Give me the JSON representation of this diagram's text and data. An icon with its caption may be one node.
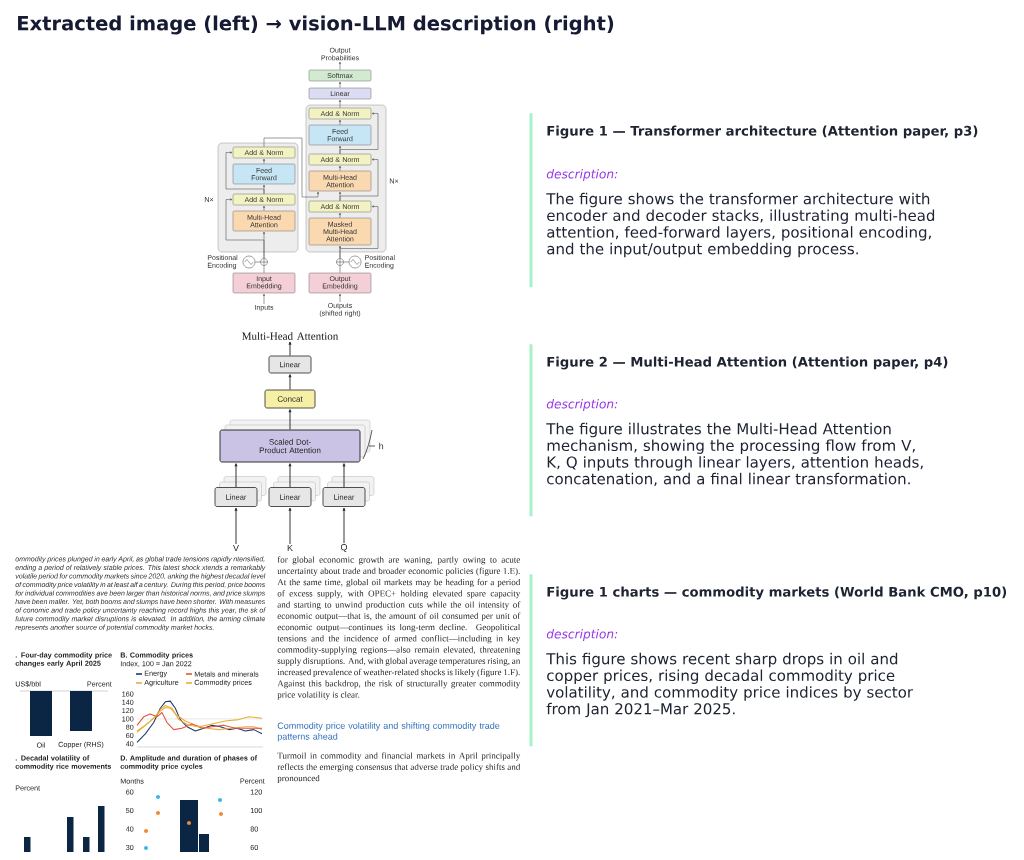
{
  "diagram": {
    "title": "Extracted image (left) → vision-LLM description (right)",
    "nodes": [
      {
        "text": [
          "Output Probabilities"
        ]
      },
      {
        "text": [
          "Softmax"
        ]
      },
      {
        "text": [
          "Linear"
        ]
      },
      {
        "text": [],
        "shape": "box",
        "beside": [
          "N×"
        ]
      },
      {
        "text": [
          "Add & Norm"
        ],
        "in": 3
      },
      {
        "text": [
          "Feed Forward"
        ],
        "in": 3
      },
      {
        "text": [
          "Add & Norm"
        ],
        "in": 3
      },
      {
        "text": [
          "Multi-Head Attention"
        ],
        "in": 3
      },
      {
        "text": [
          "Add & Norm"
        ],
        "in": 3
      },
      {
        "text": [
          "Masked Multi-Head Attention"
        ],
        "in": 3
      },
      {
        "text": [],
        "shape": "box",
        "beside": [
          "N×"
        ]
      },
      {
        "text": [
          "Add & Norm"
        ],
        "in": 10
      },
      {
        "text": [
          "Feed Forward"
        ],
        "in": 10
      },
      {
        "text": [
          "Add & Norm"
        ],
        "in": 10
      },
      {
        "text": [
          "Multi-Head Attention"
        ],
        "in": 10
      },
      {
        "text": [],
        "shape": "circle",
        "beside": [
          "Positional Encoding"
        ]
      },
      {
        "text": [],
        "shape": "circle"
      },
      {
        "text": [],
        "shape": "circle"
      },
      {
        "text": [],
        "shape": "circle",
        "beside": [
          "Positional Encoding"
        ]
      },
      {
        "text": [
          "Input Embedding"
        ]
      },
      {
        "text": [
          "Output Embedding"
        ]
      },
      {
        "text": [
          "Inputs"
        ]
      },
      {
        "text": [
          "Outputs (shifted right)"
        ]
      },
      {
        "text": [
          "Figure 1 — Transformer architecture (Attention paper, p3)",
          "description:",
          "The figure shows the transformer architecture with encoder and decoder stacks, illustrating multi-head attention, feed-forward layers, positional encoding, and the input/output embedding process."
        ]
      },
      {
        "text": [
          "Multi-Head Attention"
        ]
      },
      {
        "text": [
          "Linear"
        ]
      },
      {
        "text": [
          "Concat"
        ]
      },
      {
        "text": [
          "Scaled Dot-Product Attention"
        ],
        "beside": [
          "h"
        ]
      },
      {
        "text": [
          "Linear"
        ]
      },
      {
        "text": [
          "Linear"
        ]
      },
      {
        "text": [
          "Linear"
        ]
      },
      {
        "text": [
          "V"
        ]
      },
      {
        "text": [
          "K"
        ]
      },
      {
        "text": [
          "Q"
        ]
      },
      {
        "text": [
          "Figure 2 — Multi-Head Attention (Attention paper, p4)",
          "description:",
          "The figure illustrates the Multi-Head Attention mechanism, showing the processing flow from V, K, Q inputs through linear layers, attention heads, concatenation, and a final linear transformation."
        ]
      },
      {
        "text": [
          "Figure 1 charts — commodity markets (World Bank CMO, p10)",
          "description:",
          "This figure shows recent sharp drops in oil and copper prices, rising decadal commodity price volatility, and commodity price indices by sector from Jan 2021–Mar 2025."
        ]
      }
    ],
    "edges": [
      {
        "from": 21,
        "to": 19,
        "arrow": "to"
      },
      {
        "from": 19,
        "to": 16,
        "arrow": "none"
      },
      {
        "from": 15,
        "to": 16,
        "arrow": "none"
      },
      {
        "from": 16,
        "to": 14,
        "arrow": "to"
      },
      {
        "from": 16,
        "to": 13,
        "arrow": "to"
      },
      {
        "from": 14,
        "to": 13,
        "arrow": "to"
      },
      {
        "from": 13,
        "to": 12,
        "arrow": "to"
      },
      {
        "from": 13,
        "to": 11,
        "arrow": "to"
      },
      {
        "from": 12,
        "to": 11,
        "arrow": "to"
      },
      {
        "from": 11,
        "to": 7,
        "arrow": "to"
      },
      {
        "from": 22,
        "to": 20,
        "arrow": "to"
      },
      {
        "from": 20,
        "to": 17,
        "arrow": "none"
      },
      {
        "from": 18,
        "to": 17,
        "arrow": "none"
      },
      {
        "from": 17,
        "to": 9,
        "arrow": "to"
      },
      {
        "from": 17,
        "to": 8,
        "arrow": "to"
      },
      {
        "from": 9,
        "to": 8,
        "arrow": "to"
      },
      {
        "from": 8,
        "to": 7,
        "arrow": "to"
      },
      {
        "from": 8,
        "to": 6,
        "arrow": "to"
      },
      {
        "from": 7,
        "to": 6,
        "arrow": "to"
      },
      {
        "from": 6,
        "to": 5,
        "arrow": "to"
      },
      {
        "from": 6,
        "to": 4,
        "arrow": "to"
      },
      {
        "from": 5,
        "to": 4,
        "arrow": "to"
      },
      {
        "from": 4,
        "to": 2,
        "arrow": "to"
      },
      {
        "from": 2,
        "to": 1,
        "arrow": "to"
      },
      {
        "from": 1,
        "to": 0,
        "arrow": "to"
      },
      {
        "from": 31,
        "to": 28,
        "arrow": "to"
      },
      {
        "from": 32,
        "to": 29,
        "arrow": "to"
      },
      {
        "from": 33,
        "to": 30,
        "arrow": "to"
      },
      {
        "from": 28,
        "to": 27,
        "arrow": "to"
      },
      {
        "from": 29,
        "to": 27,
        "arrow": "to"
      },
      {
        "from": 30,
        "to": 27,
        "arrow": "to"
      },
      {
        "from": 27,
        "to": 26,
        "arrow": "to"
      },
      {
        "from": 26,
        "to": 25,
        "arrow": "to"
      },
      {
        "from": 25,
        "to": 24,
        "arrow": "to"
      }
    ],
    "labels": [
      "ommodity prices plunged in early April, as global trade tensions rapidly ntensified, ending a period of relatively stable prices. This latest shock xtends a remarkably volatile period for commodity markets since 2020, anking the highest decadal level of commodity price volatility in at least alf a century. During this period, price booms for individual commodities ave been larger than historical norms, and price slumps have been maller. Yet, both booms and slumps have been shorter. With measures of conomic and trade policy uncertainty reaching record highs this year, the sk of future commodity market disruptions is elevated. In addition, the arming climate represents another source of potential commodity market hocks.",
      ". Four-day commodity price changes early April 2025",
      "US$/bbl",
      "Percent",
      "Oil",
      "Copper (RHS)",
      "B. Commodity prices",
      "Index, 100 = Jan 2022",
      "160",
      "140",
      "120",
      "100",
      "80",
      "60",
      "40",
      ". Decadal volatility of commodity rice movements",
      "Percent",
      "D. Amplitude and duration of phases of commodity price cycles",
      "Months",
      "Percent",
      "60",
      "50",
      "40",
      "30",
      "120",
      "100",
      "80",
      "60",
      "for global economic growth are waning, partly owing to acute uncertainty about trade and broader economic policies (figure 1.E). At the same time, global oil markets may be heading for a period of excess supply, with OPEC+ holding elevated spare capacity and starting to unwind production cuts while the oil intensity of economic output—that is, the amount of oil consumed per unit of economic output—continues its long-term decline. Geopolitical tensions and the incidence of armed conflict—including in key commodity-supplying regions—also remain elevated, threatening supply disruptions. And, with global average temperatures rising, an increased prevalence of weather-related shocks is likely (figure 1.F). Against this backdrop, the risk of structurally greater commodity price volatility is clear.",
      "Commodity price volatility and shifting commodity trade patterns ahead",
      "Turmoil in commodity and financial markets in April principally reflects the emerging consensus that adverse trade policy shifts and pronounced"
    ],
    "legend": [
      {
        "text": "Energy"
      },
      {
        "text": "Metals and minerals"
      },
      {
        "text": "Agriculture"
      },
      {
        "text": "Commodity prices"
      }
    ]
  }
}
